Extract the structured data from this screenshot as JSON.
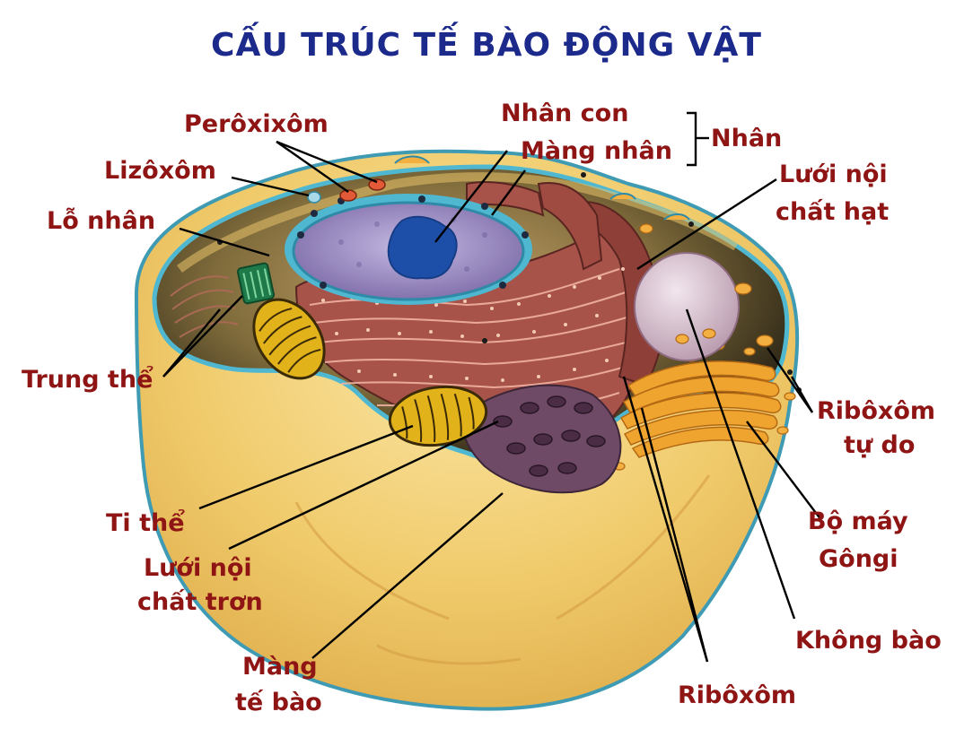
{
  "title": "CẤU TRÚC TẾ BÀO ĐỘNG VẬT",
  "labels": {
    "peroxisome": "Perôxixôm",
    "lysosome": "Lizôxôm",
    "nuclear_pore": "Lỗ nhân",
    "centriole": "Trung thể",
    "mitochondrion": "Ti thể",
    "smooth_er_1": "Lưới nội",
    "smooth_er_2": "chất trơn",
    "cell_membrane_1": "Màng",
    "cell_membrane_2": "tế bào",
    "nucleolus": "Nhân con",
    "nuclear_membrane": "Màng nhân",
    "nucleus": "Nhân",
    "rough_er_1": "Lưới nội",
    "rough_er_2": "chất hạt",
    "free_ribosome_1": "Ribôxôm",
    "free_ribosome_2": "tự do",
    "golgi_1": "Bộ máy",
    "golgi_2": "Gôngi",
    "vacuole": "Không bào",
    "ribosome": "Ribôxôm"
  },
  "colors": {
    "title": "#1c2a8c",
    "label": "#8f1515",
    "cytoplasm_yellow": "#f2cf72",
    "membrane_blue": "#4fb8d0",
    "nucleus_purple": "#9a8cc2",
    "nucleolus_blue": "#1d4fa8",
    "er_brown": "#9c4a3e",
    "mitochondrion_yellow": "#e2b21a",
    "golgi_orange": "#f0a430",
    "vacuole_pink": "#d9c4d2"
  }
}
